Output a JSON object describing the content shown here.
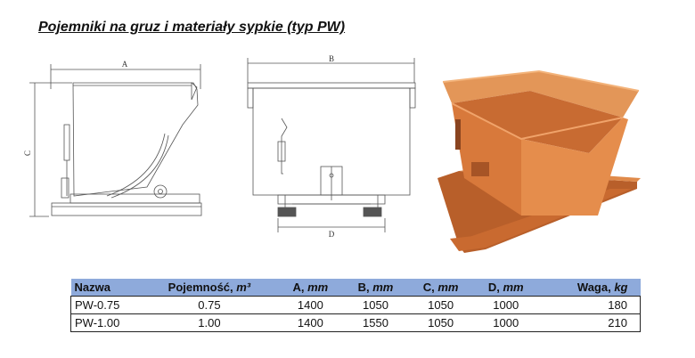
{
  "title": "Pojemniki na gruz i materiały sypkie (typ PW)",
  "drawings": {
    "side_dim_a": "A",
    "side_dim_c": "C",
    "front_dim_b": "B",
    "front_dim_d": "D"
  },
  "table": {
    "headers": [
      {
        "text": "Nazwa",
        "unit": ""
      },
      {
        "text": "Pojemność, ",
        "unit": "m³"
      },
      {
        "text": "A, ",
        "unit": "mm"
      },
      {
        "text": "B, ",
        "unit": "mm"
      },
      {
        "text": "C, ",
        "unit": "mm"
      },
      {
        "text": "D, ",
        "unit": "mm"
      },
      {
        "text": "Waga, ",
        "unit": "kg"
      }
    ],
    "rows": [
      [
        "PW-0.75",
        "0.75",
        "1400",
        "1050",
        "1050",
        "1000",
        "180"
      ],
      [
        "PW-1.00",
        "1.00",
        "1400",
        "1550",
        "1050",
        "1000",
        "210"
      ]
    ]
  },
  "colors": {
    "header_bg": "#8eaadb",
    "bin_orange": "#d9773a"
  }
}
